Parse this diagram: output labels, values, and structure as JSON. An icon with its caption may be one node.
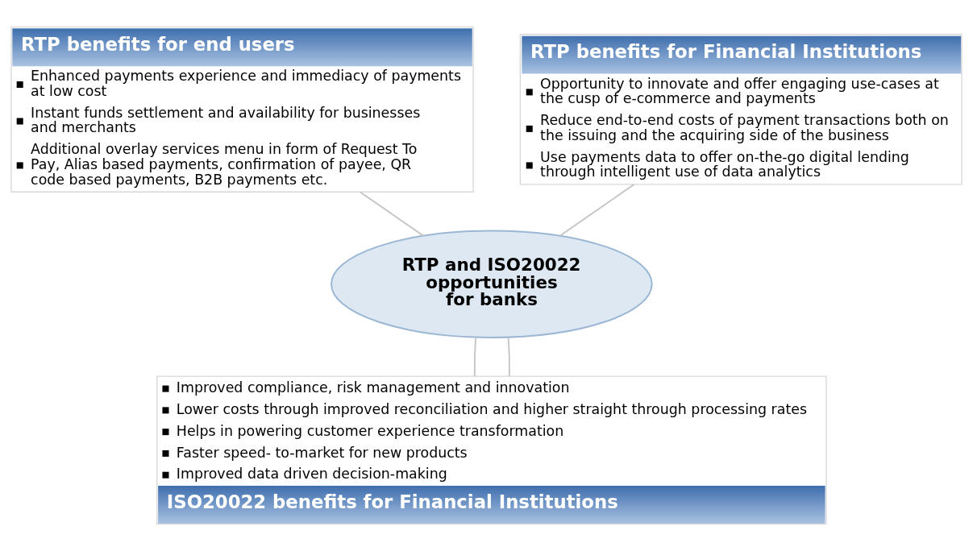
{
  "diagram": {
    "nodes": [
      {
        "text": [
          "RTP benefits for end users",
          "Enhanced payments experience and immediacy of payments at low cost",
          "Instant funds settlement and availability for businesses and merchants",
          "Additional overlay services menu in form of Request To Pay, Alias based payments, confirmation of payee, QR code based payments, B2B payments etc."
        ]
      },
      {
        "text": [
          "RTP benefits for Financial Institutions",
          "Opportunity to innovate and offer engaging use-cases at the cusp of e-commerce and payments",
          "Reduce end-to-end costs of payment transactions both on the issuing and the acquiring side of the business",
          "Use payments data to offer on-the-go digital lending through intelligent use of data analytics"
        ]
      },
      {
        "text": [
          "RTP and ISO20022 opportunities for banks"
        ]
      },
      {
        "text": [
          "Improved compliance, risk management and innovation",
          "Lower costs through improved reconciliation and higher straight through processing rates",
          "Helps in powering customer experience transformation",
          "Faster speed- to-market for new products",
          "Improved data driven decision-making",
          "ISO20022 benefits for Financial Institutions"
        ]
      }
    ],
    "edges": [
      {
        "from": 2,
        "to": 0,
        "arrow": "none"
      },
      {
        "from": 2,
        "to": 1,
        "arrow": "none"
      },
      {
        "from": 2,
        "to": 3,
        "arrow": "none"
      },
      {
        "from": 2,
        "to": 3,
        "arrow": "none"
      }
    ]
  }
}
